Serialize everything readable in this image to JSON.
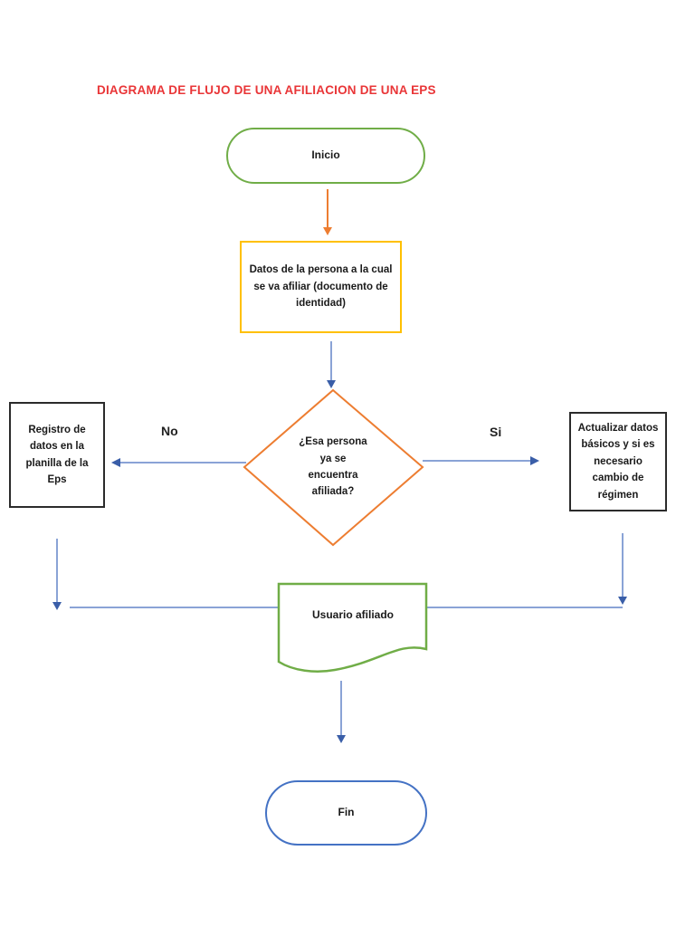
{
  "title": {
    "text": "DIAGRAMA DE FLUJO DE UNA AFILIACION DE UNA EPS"
  },
  "colors": {
    "title_red": "#e93537",
    "green": "#70AD47",
    "orange": "#ED7D31",
    "gold": "#FFC000",
    "blue": "#4472C4",
    "line_blue": "#8aa3d6",
    "arrowhead_blue": "#3a5ea8",
    "black": "#2b2b2b"
  },
  "nodes": {
    "start": {
      "label": "Inicio",
      "shape": "stadium"
    },
    "input": {
      "label": "Datos de la persona a la cual\nse va afiliar (documento de\nidentidad)",
      "shape": "rectangle"
    },
    "decision": {
      "label": "¿Esa persona\nya se\nencuentra\nafiliada?",
      "shape": "diamond"
    },
    "register": {
      "label": "Registro de\ndatos en la\nplanilla de la\nEps",
      "shape": "rectangle"
    },
    "update": {
      "label": "Actualizar datos\nbásicos y si es\nnecesario\ncambio de\nrégimen",
      "shape": "rectangle"
    },
    "document": {
      "label": "Usuario afiliado",
      "shape": "document"
    },
    "end": {
      "label": "Fin",
      "shape": "stadium"
    }
  },
  "edges": {
    "no_label": "No",
    "si_label": "Si"
  }
}
